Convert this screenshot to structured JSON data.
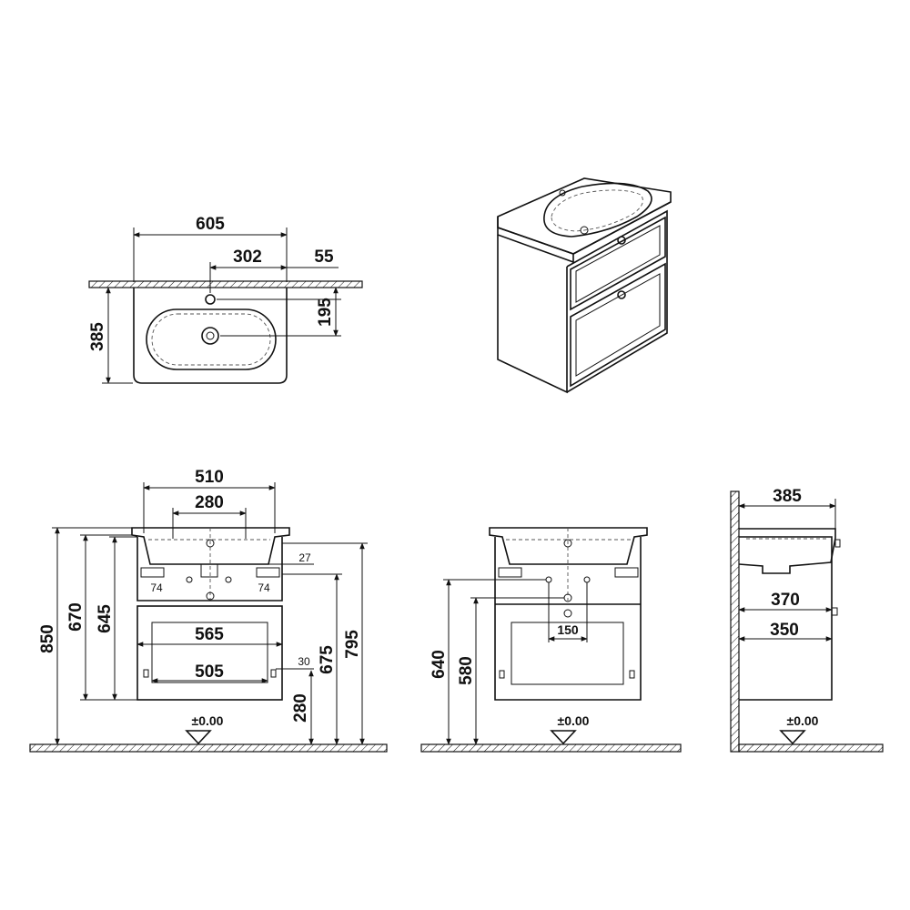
{
  "top_view": {
    "width": "605",
    "tap_offset": "302",
    "edge_gap": "55",
    "depth": "385",
    "tap_to_drain": "195"
  },
  "front_view": {
    "top_width": "510",
    "inner_width": "280",
    "side_gap": "27",
    "left_bracket": "74",
    "right_bracket": "74",
    "drawer_width": "565",
    "drawer_inner": "505",
    "handle_gap": "30",
    "total_height": "850",
    "height_670": "670",
    "height_645": "645",
    "height_795": "795",
    "height_675": "675",
    "height_280": "280",
    "floor_label": "±0.00"
  },
  "back_view": {
    "height_640": "640",
    "height_580": "580",
    "center_spacing": "150",
    "floor_label": "±0.00"
  },
  "side_view": {
    "depth_385": "385",
    "depth_370": "370",
    "depth_350": "350",
    "floor_label": "±0.00"
  }
}
